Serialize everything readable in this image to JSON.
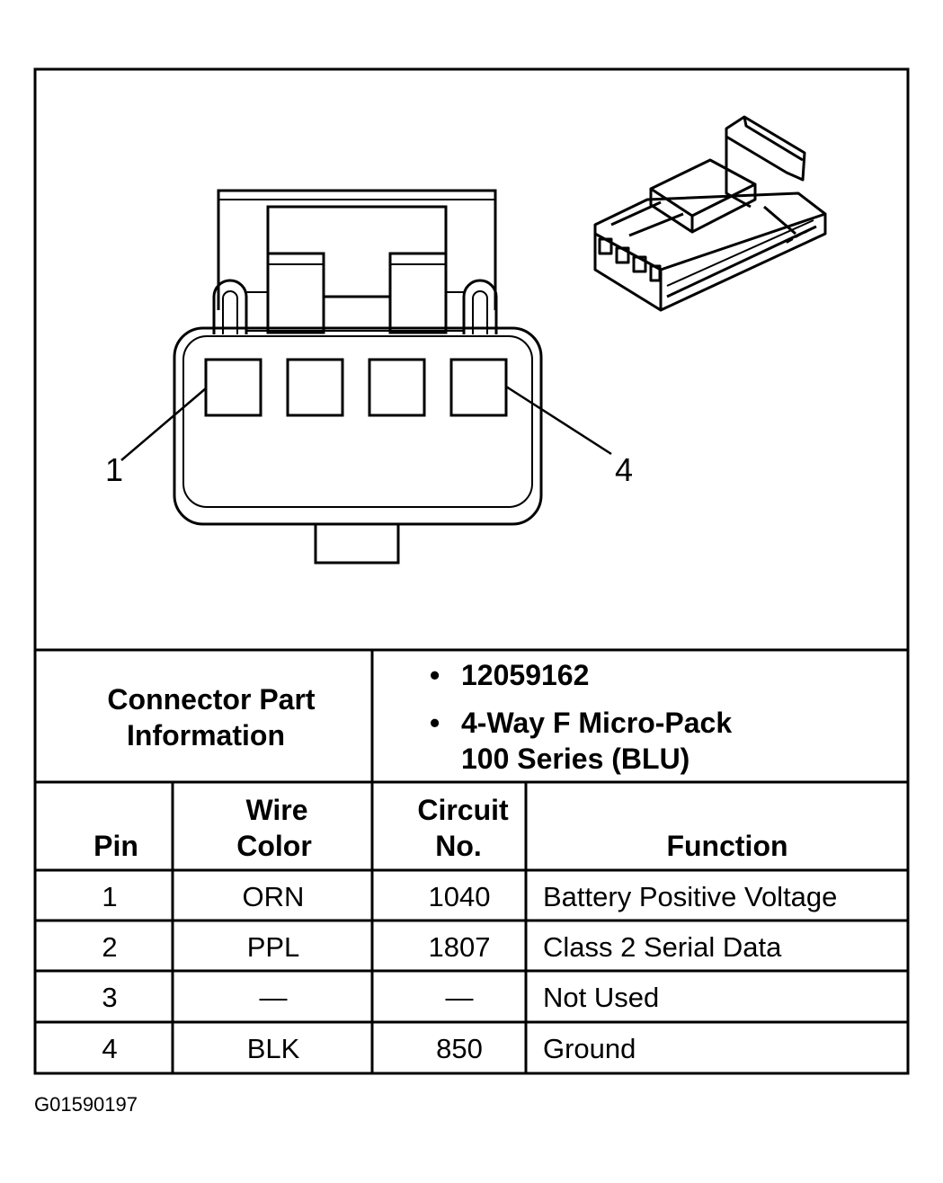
{
  "pin_callouts": [
    "1",
    "4"
  ],
  "part_info": {
    "label_line1": "Connector Part",
    "label_line2": "Information",
    "bullet": "•",
    "part_number": "12059162",
    "description_line1": "4-Way F Micro-Pack",
    "description_line2": "100 Series (BLU)"
  },
  "table": {
    "headers": {
      "pin": "Pin",
      "wire_color_line1": "Wire",
      "wire_color_line2": "Color",
      "circuit_line1": "Circuit",
      "circuit_line2": "No.",
      "function": "Function"
    },
    "rows": [
      {
        "pin": "1",
        "wire_color": "ORN",
        "circuit": "1040",
        "function": "Battery Positive Voltage"
      },
      {
        "pin": "2",
        "wire_color": "PPL",
        "circuit": "1807",
        "function": "Class 2 Serial Data"
      },
      {
        "pin": "3",
        "wire_color": "—",
        "circuit": "—",
        "function": "Not Used"
      },
      {
        "pin": "4",
        "wire_color": "BLK",
        "circuit": "850",
        "function": "Ground"
      }
    ]
  },
  "figure_id": "G01590197"
}
